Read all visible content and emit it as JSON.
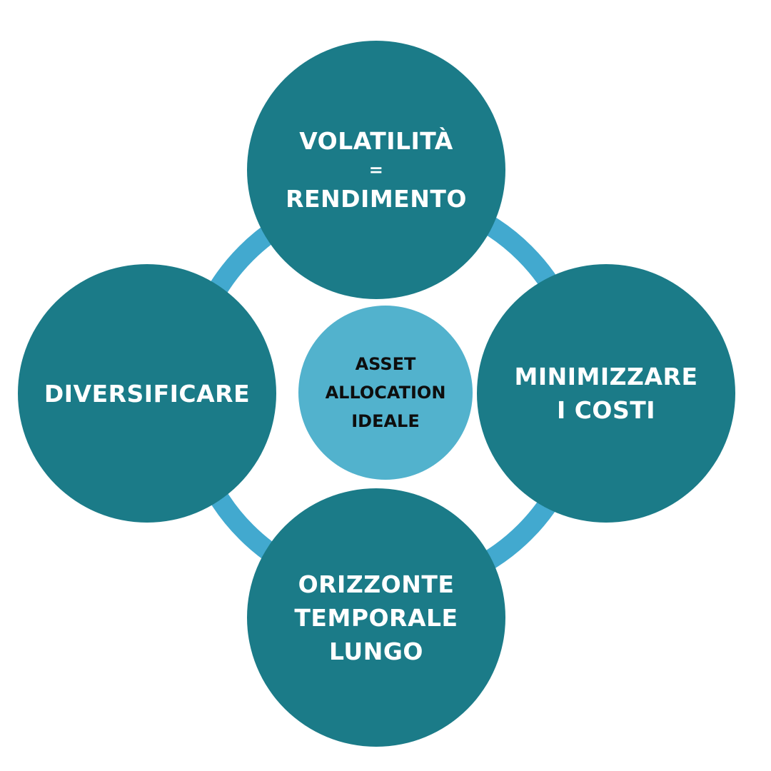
{
  "colors": {
    "node_fill": "#1b7b88",
    "ring_stroke": "#42a9cf",
    "center_fill": "#52b2cd",
    "node_text": "#ffffff",
    "center_text": "#0e0e0e",
    "background": "#ffffff"
  },
  "center": {
    "lines": [
      "ASSET",
      "ALLOCATION",
      "IDEALE"
    ]
  },
  "nodes": {
    "top": {
      "lines": [
        "VOLATILITÀ",
        "=",
        "RENDIMENTO"
      ]
    },
    "left": {
      "lines": [
        "DIVERSIFICARE"
      ]
    },
    "right": {
      "lines": [
        "MINIMIZZARE",
        "I COSTI"
      ]
    },
    "bottom": {
      "lines": [
        "ORIZZONTE",
        "TEMPORALE",
        "LUNGO"
      ]
    }
  }
}
